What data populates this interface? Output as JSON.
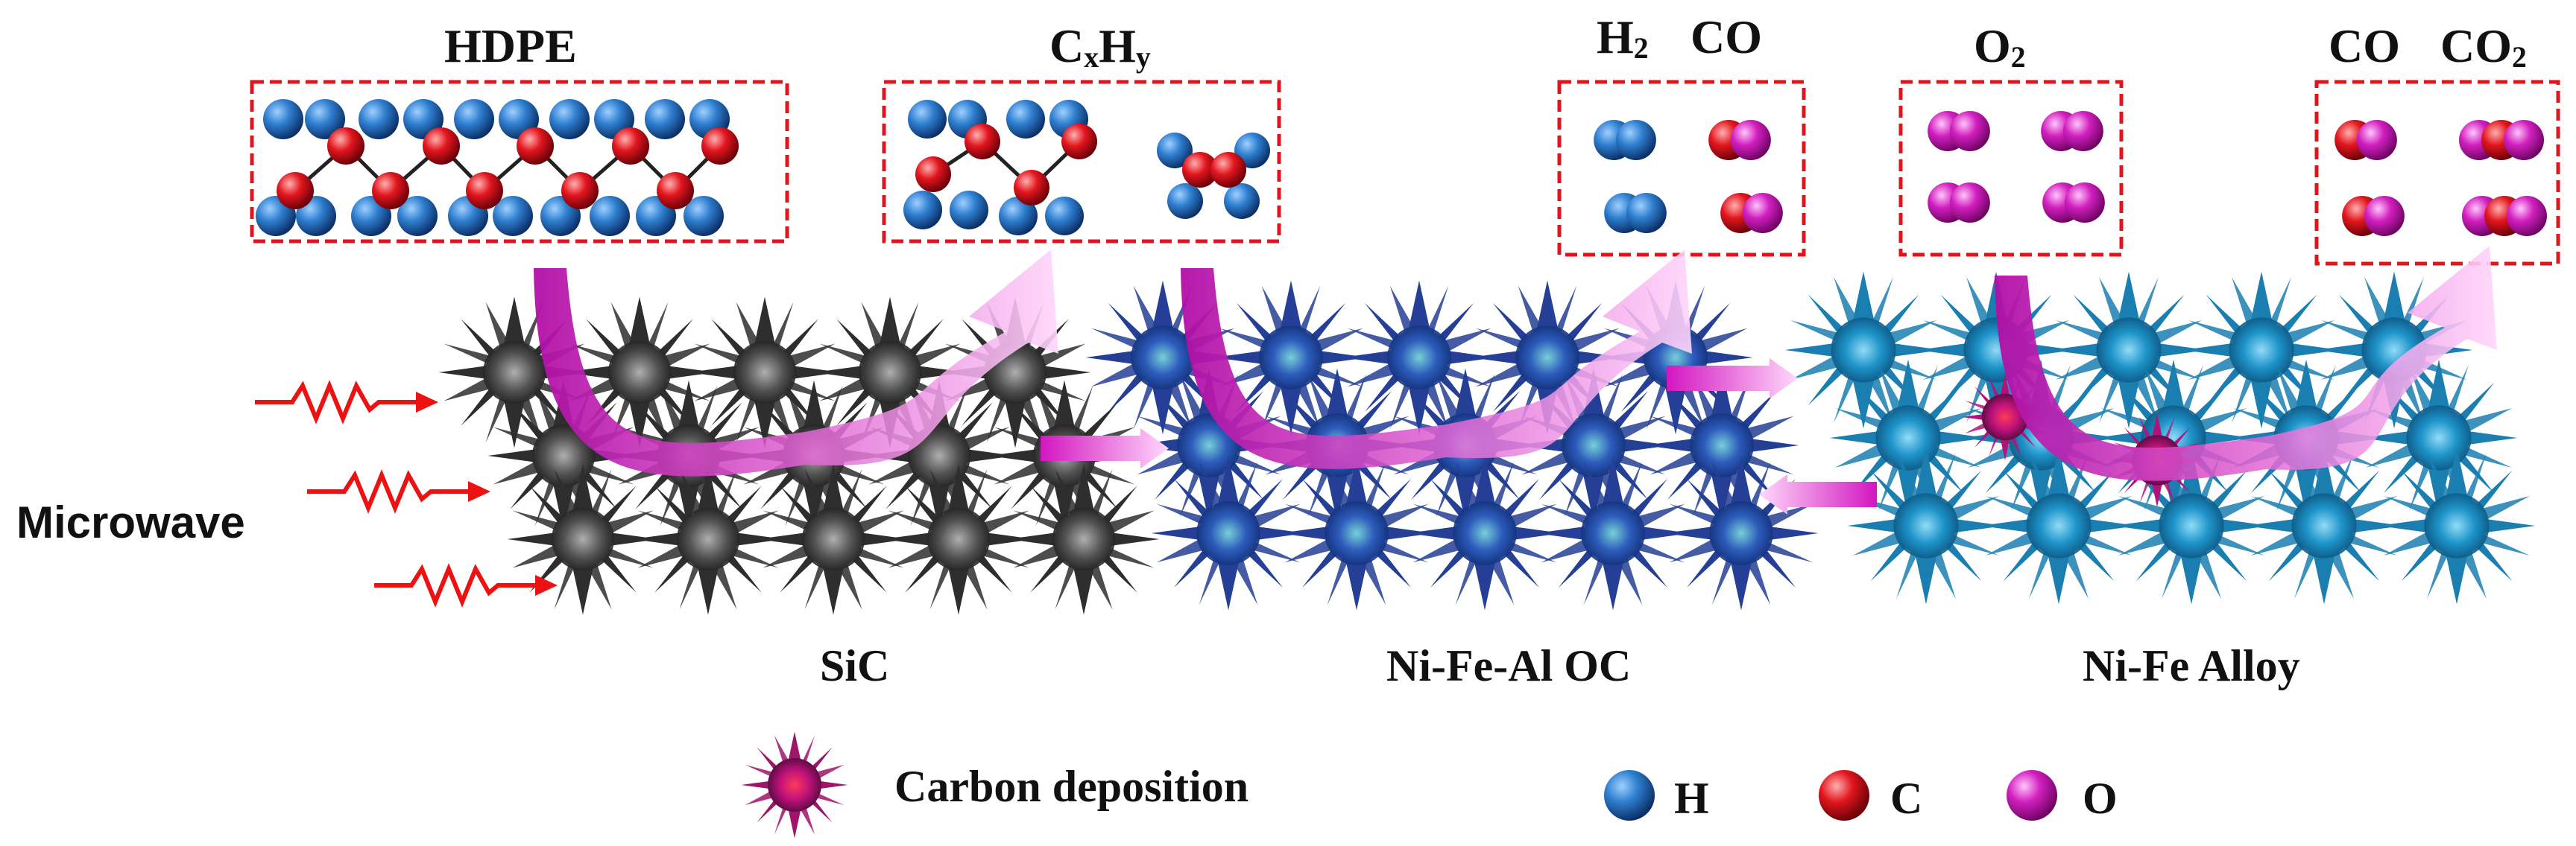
{
  "labels": {
    "hdpe": "HDPE",
    "cxhy": {
      "c": "C",
      "x": "x",
      "h": "H",
      "y": "y"
    },
    "h2": {
      "base": "H",
      "sub": "2"
    },
    "co_top": "CO",
    "o2": {
      "base": "O",
      "sub": "2"
    },
    "co_right": "CO",
    "co2": {
      "base": "CO",
      "sub": "2"
    },
    "microwave": "Microwave",
    "sic": "SiC",
    "nifeal": "Ni-Fe-Al OC",
    "nife": "Ni-Fe Alloy",
    "carbon_deposition": "Carbon deposition"
  },
  "legend": {
    "h": "H",
    "c": "C",
    "o": "O"
  },
  "colors": {
    "hydrogen": "#1f5fa8",
    "carbon": "#d8141c",
    "oxygen": "#d21fbf",
    "box_border": "#e0151c",
    "arrow": "#c010b0",
    "sic": "#3a3a3a",
    "oc": "#2a56b8",
    "alloy": "#1f8ec0",
    "microwave": "#ee1111"
  }
}
